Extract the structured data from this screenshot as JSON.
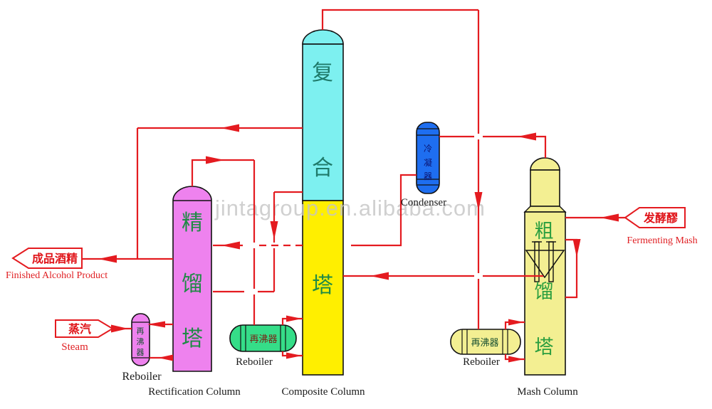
{
  "watermark": "jintagroup.en.alibaba.com",
  "colors": {
    "pipe_red": "#e41b20",
    "rectification_fill": "#ee82ee",
    "composite_top_fill": "#7df0f0",
    "composite_bottom_fill": "#ffef00",
    "mash_fill": "#f3ef92",
    "condenser_fill": "#1e6ef0",
    "reboiler_green_fill": "#35dd88",
    "column_char_green": "#1f8a45",
    "condenser_char_navy": "#0b1470"
  },
  "columns": {
    "rectification": {
      "chars": [
        "精",
        "馏",
        "塔"
      ],
      "label": "Rectification Column"
    },
    "composite": {
      "chars": [
        "复",
        "合",
        "塔"
      ],
      "label": "Composite Column"
    },
    "mash": {
      "chars": [
        "粗",
        "馏",
        "塔"
      ],
      "label": "Mash Column"
    }
  },
  "equipment": {
    "condenser": {
      "chars": [
        "冷",
        "凝",
        "器"
      ],
      "label": "Condenser"
    },
    "reboiler_rectification": {
      "chars": [
        "再",
        "沸",
        "器"
      ],
      "label": "Reboiler"
    },
    "reboiler_composite": {
      "text": "再沸器",
      "label": "Reboiler"
    },
    "reboiler_mash": {
      "text": "再沸器",
      "label": "Reboiler"
    }
  },
  "streams": {
    "finished_alcohol": {
      "banner": "成品酒精",
      "label": "Finished Alcohol Product"
    },
    "steam": {
      "banner": "蒸汽",
      "label": "Steam"
    },
    "fermenting_mash": {
      "banner": "发酵醪",
      "label": "Fermenting Mash"
    }
  }
}
